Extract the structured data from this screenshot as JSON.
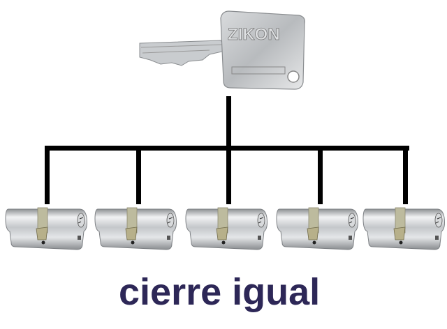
{
  "caption": "cierre igual",
  "key": {
    "brand": "ZIKON",
    "cylinder_count": 5
  },
  "colors": {
    "caption": "#2d2757",
    "connector": "#000000"
  }
}
